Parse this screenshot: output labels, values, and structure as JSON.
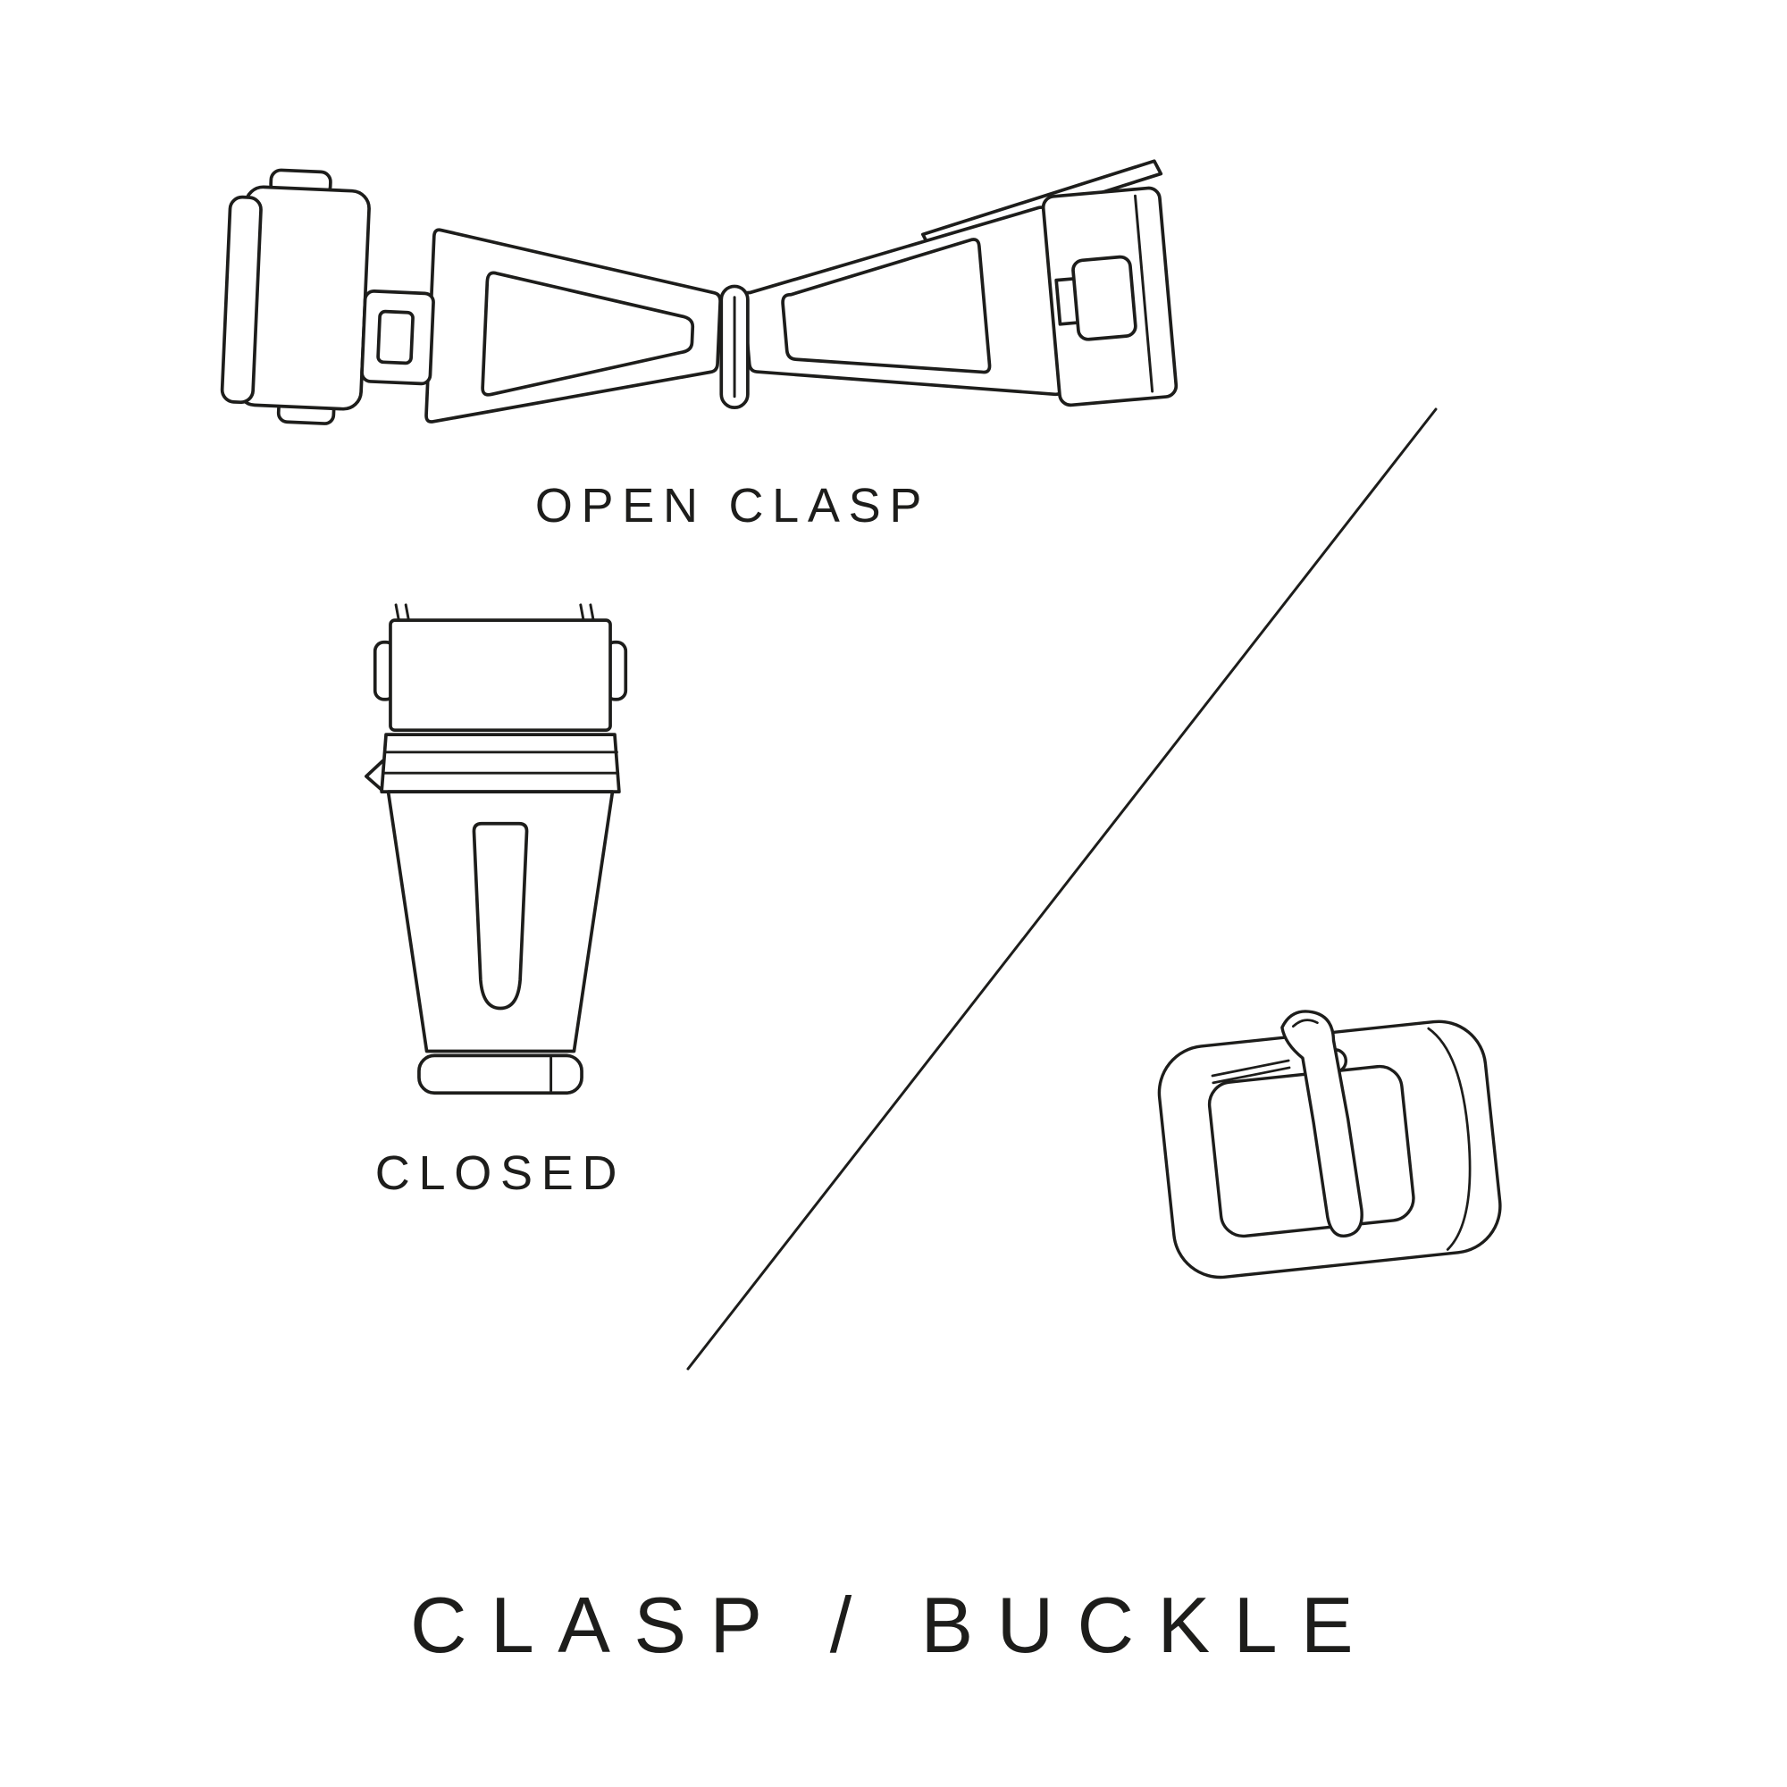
{
  "title": "CLASP / BUCKLE",
  "illustrations": {
    "open_clasp": {
      "icon": "open-clasp-illustration",
      "label": "OPEN CLASP"
    },
    "closed_clasp": {
      "icon": "closed-clasp-illustration",
      "label": "CLOSED"
    },
    "buckle": {
      "icon": "tang-buckle-illustration"
    }
  },
  "divider": {
    "icon": "diagonal-divider-line"
  },
  "colors": {
    "background": "#ffffff",
    "line": "#1d1d1b",
    "text": "#1d1d1b"
  }
}
